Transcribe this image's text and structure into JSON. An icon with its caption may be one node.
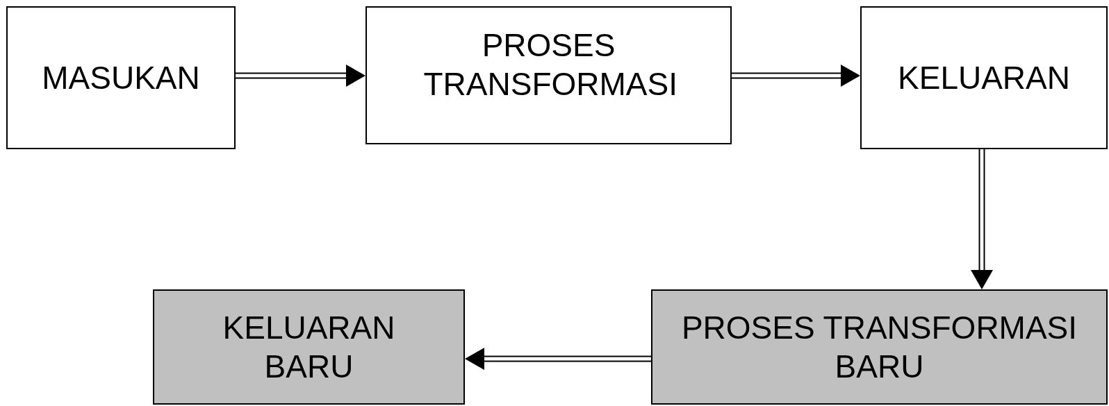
{
  "diagram": {
    "nodes": [
      {
        "text": [
          "MASUKAN"
        ]
      },
      {
        "text": [
          "PROSES TRANSFORMASI"
        ]
      },
      {
        "text": [
          "KELUARAN"
        ]
      },
      {
        "text": [
          "PROSES TRANSFORMASI BARU"
        ]
      },
      {
        "text": [
          "KELUARAN BARU"
        ]
      }
    ],
    "edges": [
      {
        "from": 0,
        "to": 1,
        "arrow": "to"
      },
      {
        "from": 1,
        "to": 2,
        "arrow": "to"
      },
      {
        "from": 2,
        "to": 3,
        "arrow": "to"
      },
      {
        "from": 3,
        "to": 4,
        "arrow": "to"
      }
    ]
  }
}
